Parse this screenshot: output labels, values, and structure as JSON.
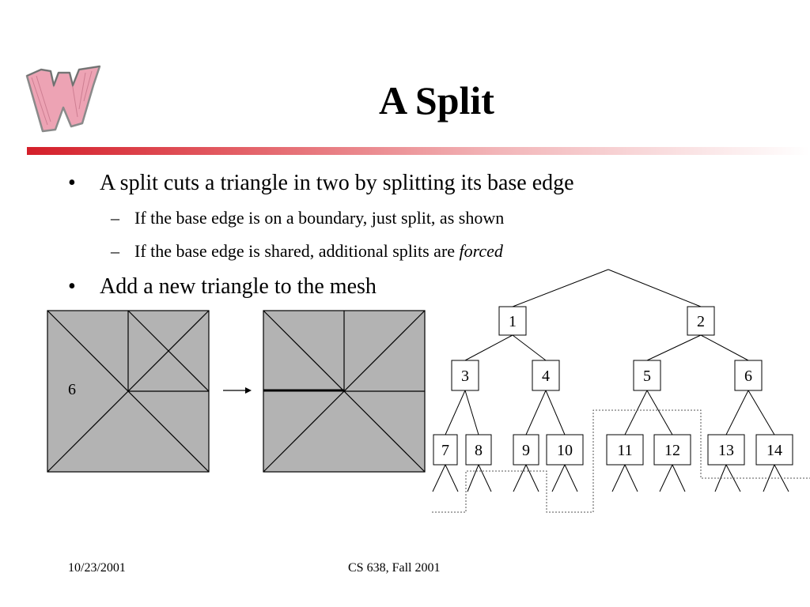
{
  "slide": {
    "title": "A Split",
    "bullets": [
      "A split cuts a triangle in two by splitting its base edge",
      "Add a new triangle to the mesh"
    ],
    "sub_bullets": [
      "If the base edge is on a boundary, just split, as shown",
      "If the base edge is shared, additional splits are "
    ],
    "sub_bullet_emphasis": "forced",
    "bullet_marker": "•",
    "sub_bullet_marker": "–",
    "footer_date": "10/23/2001",
    "footer_course": "CS 638, Fall 2001"
  },
  "figure": {
    "mesh_label": "6",
    "mesh_fill": "#b3b3b3",
    "tree_nodes": [
      "1",
      "2",
      "3",
      "4",
      "5",
      "6",
      "7",
      "8",
      "9",
      "10",
      "11",
      "12",
      "13",
      "14"
    ]
  },
  "colors": {
    "accent": "#d41f2a",
    "logo_fill": "#eda3b4"
  }
}
